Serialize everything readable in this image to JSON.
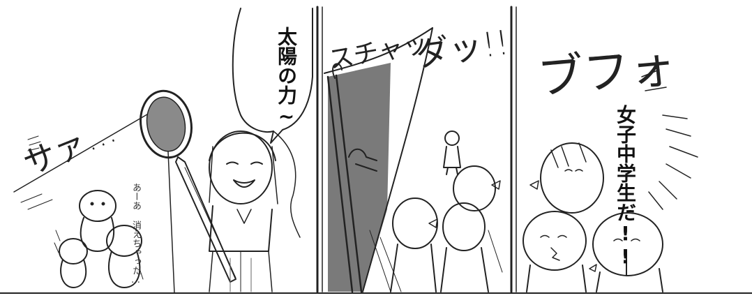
{
  "panel1": {
    "speech": "太陽の力~",
    "sfx_sa": "サァ…",
    "mutter": "あーあ 消えちゃった…"
  },
  "panel2": {
    "sfx_suchakku": "スチャッ",
    "sfx_dah": "ダッ!!"
  },
  "panel3": {
    "sfx_bufo": "ブフォ",
    "exclaim": "女子中学生だ!!"
  }
}
